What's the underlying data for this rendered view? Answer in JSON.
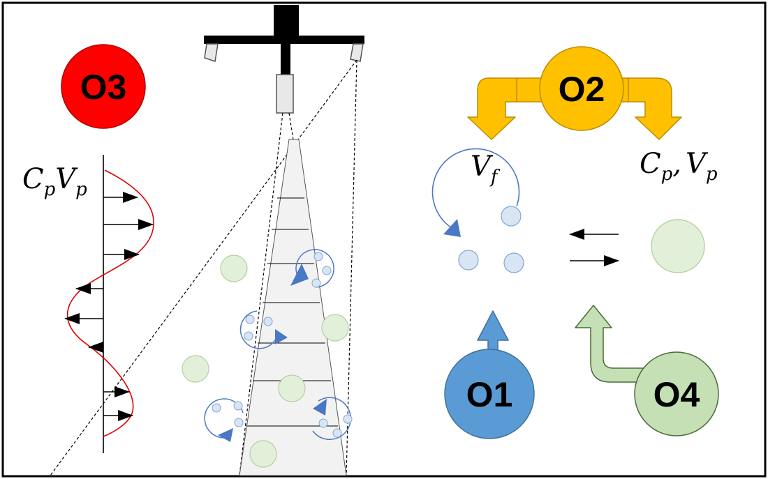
{
  "labels": {
    "o1": "O1",
    "o2": "O2",
    "o3": "O3",
    "o4": "O4"
  },
  "math": {
    "left_axis": {
      "c": "C",
      "c_sub": "p",
      "v": "V",
      "v_sub": "p"
    },
    "fluid_velocity": {
      "v": "V",
      "v_sub": "f"
    },
    "particle_labels": {
      "c": "C",
      "c_sub": "p",
      "sep": ",",
      "v": "V",
      "v_sub": "p"
    }
  },
  "colors": {
    "o1": "#5b9bd5",
    "o1_stroke": "#41719c",
    "o2": "#ffc000",
    "o2_stroke": "#bc8c00",
    "o3": "#ff0000",
    "o3_stroke": "#b00000",
    "o4": "#c5e0b4",
    "o4_stroke": "#6b8f55",
    "bubble_fill": "#dae5f3",
    "bubble_stroke": "#7fa6d6",
    "vortex": "#4a78c4",
    "particle_fill": "#e2f0d9",
    "particle_stroke": "#b5cfa4",
    "profile_curve": "#e00000",
    "laser_sheet": "#f2f2f2"
  },
  "icons": {
    "camera_mount": "camera-rig-icon",
    "vortex": "vortex-bubbles-icon",
    "particle": "particle-icon"
  }
}
